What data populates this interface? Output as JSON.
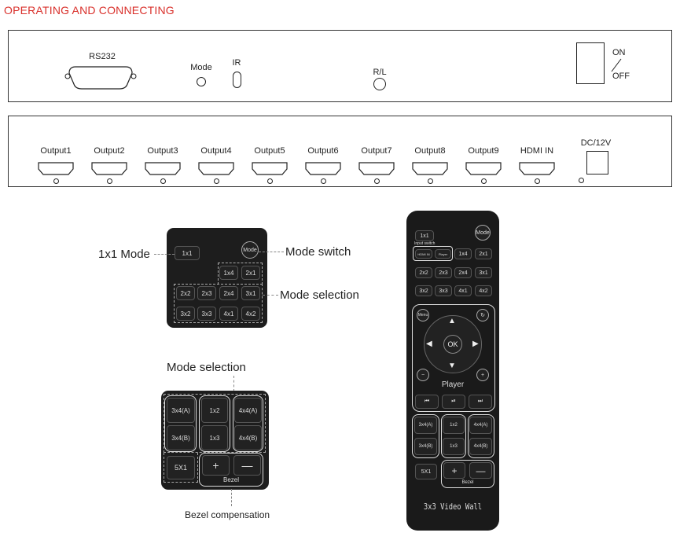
{
  "title": "OPERATING AND CONNECTING",
  "top_panel": {
    "rs232": "RS232",
    "mode": "Mode",
    "ir": "IR",
    "rl": "R/L",
    "on": "ON",
    "off": "OFF"
  },
  "bottom_panel": {
    "ports": [
      "Output1",
      "Output2",
      "Output3",
      "Output4",
      "Output5",
      "Output6",
      "Output7",
      "Output8",
      "Output9",
      "HDMI IN"
    ],
    "dc": "DC/12V"
  },
  "keypad1": {
    "buttons": [
      "1x1",
      "Mode",
      "1x4",
      "2x1",
      "2x2",
      "2x3",
      "2x4",
      "3x1",
      "3x2",
      "3x3",
      "4x1",
      "4x2"
    ],
    "label_1x1": "1x1 Mode",
    "label_mode_switch": "Mode switch",
    "label_mode_selection": "Mode selection"
  },
  "keypad2": {
    "buttons": [
      "3x4(A)",
      "3x4(B)",
      "1x2",
      "1x3",
      "4x4(A)",
      "4x4(B)",
      "5X1",
      "+",
      "—"
    ],
    "bezel": "Bezel",
    "label_mode_selection": "Mode selection",
    "label_bezel": "Bezel compensation"
  },
  "remote": {
    "buttons": [
      "1x1",
      "Mode",
      "HDMI IN",
      "Player",
      "1x4",
      "2x1",
      "2x2",
      "2x3",
      "2x4",
      "3x1",
      "3x2",
      "3x3",
      "4x1",
      "4x2",
      "Menu",
      "↻",
      "−",
      "+",
      "⏮",
      "⏯",
      "⏭",
      "3x4(A)",
      "3x4(B)",
      "1x2",
      "1x3",
      "4x4(A)",
      "4x4(B)",
      "5X1",
      "+",
      "—"
    ],
    "input_switch": "Input switch",
    "ok": "OK",
    "player": "Player",
    "bezel": "Bezel",
    "brand": "3x3 Video Wall"
  }
}
